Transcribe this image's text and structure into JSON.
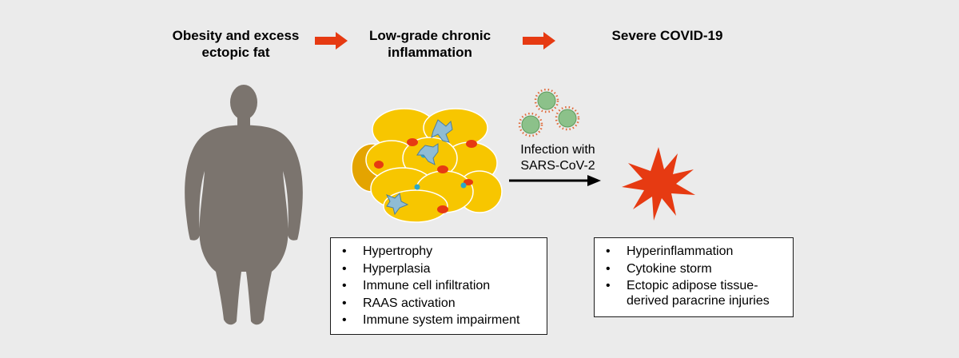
{
  "stages": [
    {
      "title": "Obesity and excess\nectopic fat"
    },
    {
      "title": "Low-grade chronic\ninflammation"
    },
    {
      "title": "Severe COVID-19"
    }
  ],
  "infection_label": "Infection with\nSARS-CoV-2",
  "left_box": {
    "items": [
      "Hypertrophy",
      "Hyperplasia",
      "Immune cell infiltration",
      "RAAS activation",
      "Immune system impairment"
    ]
  },
  "right_box": {
    "items": [
      "Hyperinflammation",
      "Cytokine storm",
      "Ectopic adipose tissue-\nderived paracrine injuries"
    ]
  },
  "colors": {
    "background": "#ebebeb",
    "arrow_red": "#e63a12",
    "silhouette": "#7b746e",
    "adipocyte": "#f7c600",
    "adipocyte_dark": "#e4a400",
    "virus": "#8cc18a",
    "storm": "#e63a12"
  }
}
